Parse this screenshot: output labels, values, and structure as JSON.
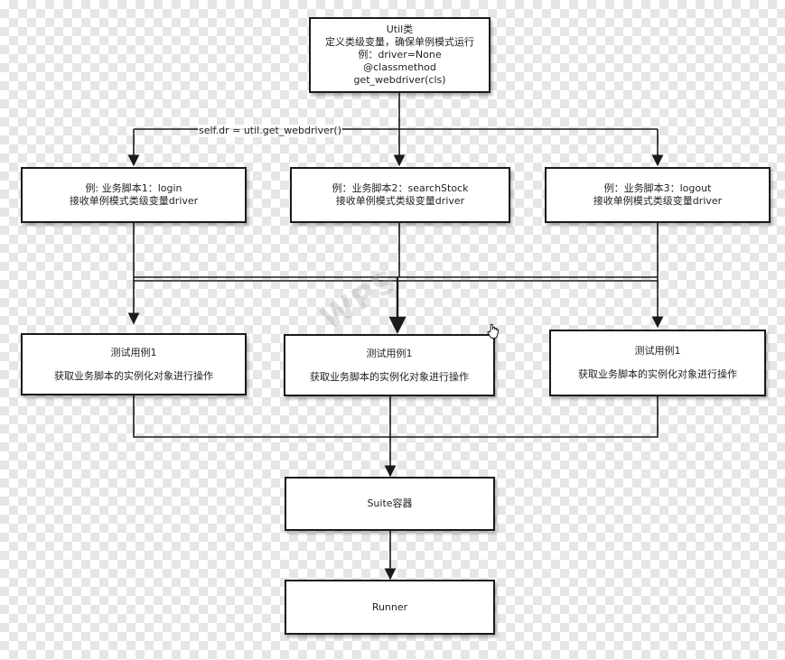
{
  "util_node": {
    "line1": "Util类",
    "line2": "定义类级变量，确保单例模式运行",
    "line3": "例：driver=None",
    "line4": "@classmethod",
    "line5": "get_webdriver(cls)"
  },
  "edge_label": "self.dr = util.get_webdriver()",
  "scripts": [
    {
      "line1": "例: 业务脚本1：login",
      "line2": "接收单例模式类级变量driver"
    },
    {
      "line1": "例：业务脚本2：searchStock",
      "line2": "接收单例模式类级变量driver"
    },
    {
      "line1": "例：业务脚本3：logout",
      "line2": "接收单例模式类级变量driver"
    }
  ],
  "testcases": [
    {
      "title": "测试用例1",
      "desc": "获取业务脚本的实例化对象进行操作"
    },
    {
      "title": "测试用例1",
      "desc": "获取业务脚本的实例化对象进行操作"
    },
    {
      "title": "测试用例1",
      "desc": "获取业务脚本的实例化对象进行操作"
    }
  ],
  "suite_node": "Suite容器",
  "runner_node": "Runner",
  "watermark": "WPS",
  "colors": {
    "line": "#1a1a1a",
    "node_fill": "#ffffff",
    "checker": "#e6e6e6"
  }
}
